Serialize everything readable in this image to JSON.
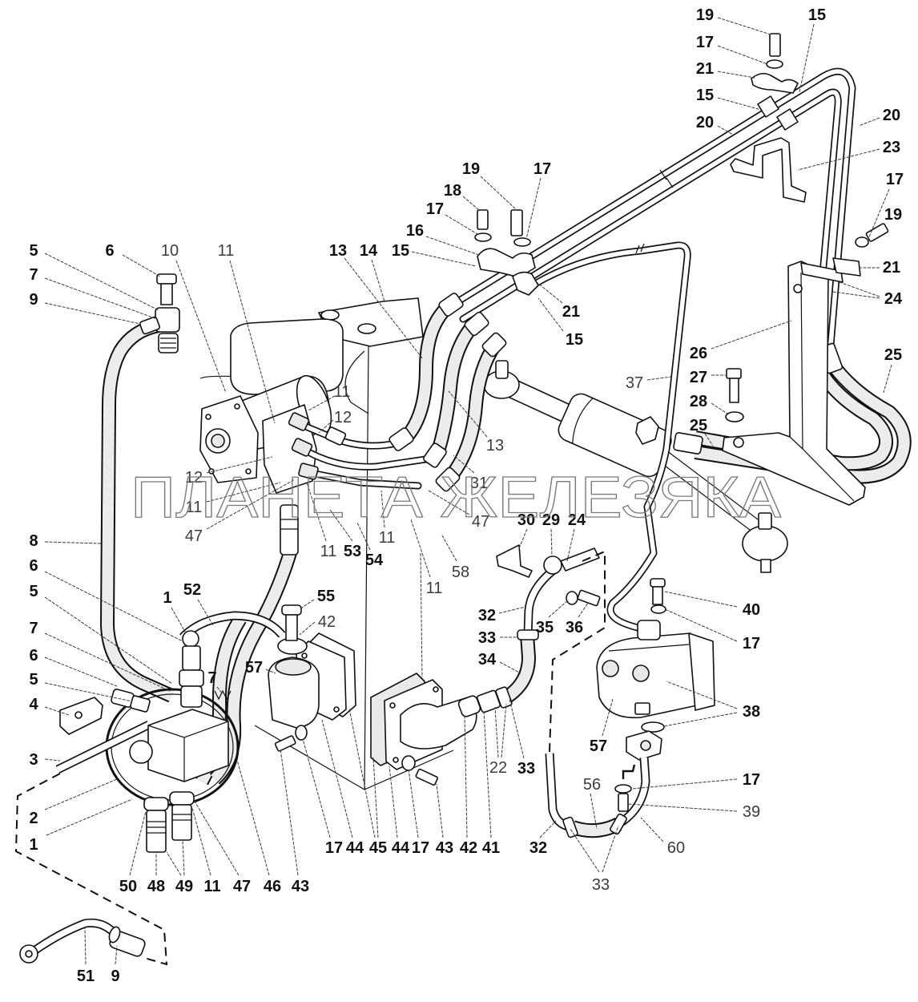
{
  "watermark": "ПЛАНЕТА ЖЕЛЕЗЯКА",
  "colors": {
    "line": "#111111",
    "leader": "#3a3a3a",
    "watermark": "#7a7a7a",
    "background": "#ffffff"
  },
  "callouts": [
    "19",
    "15",
    "17",
    "21",
    "15",
    "20",
    "20",
    "23",
    "17",
    "19",
    "21",
    "24",
    "26",
    "25",
    "27",
    "28",
    "25",
    "37",
    "19",
    "17",
    "18",
    "17",
    "16",
    "15",
    "13",
    "14",
    "21",
    "15",
    "13",
    "31",
    "47",
    "30",
    "29",
    "24",
    "58",
    "11",
    "5",
    "6",
    "10",
    "11",
    "7",
    "9",
    "11",
    "12",
    "12",
    "11",
    "47",
    "11",
    "53",
    "54",
    "11",
    "8",
    "6",
    "5",
    "1",
    "52",
    "55",
    "42",
    "7",
    "57",
    "7",
    "6",
    "5",
    "4",
    "3",
    "2",
    "1",
    "50",
    "48",
    "49",
    "11",
    "47",
    "46",
    "43",
    "17",
    "44",
    "45",
    "44",
    "17",
    "43",
    "42",
    "41",
    "32",
    "33",
    "34",
    "35",
    "36",
    "22",
    "33",
    "40",
    "17",
    "38",
    "57",
    "17",
    "39",
    "56",
    "60",
    "32",
    "33",
    "51",
    "9"
  ]
}
